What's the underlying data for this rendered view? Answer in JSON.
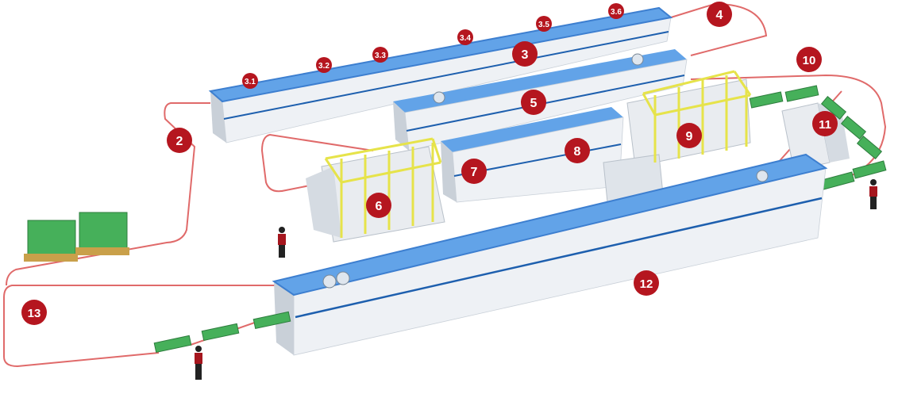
{
  "colors": {
    "conveyor_line": "#e06a6a",
    "badge_fill": "#b5161f",
    "badge_text": "#ffffff",
    "roof_blue": "#3d7fd0",
    "roof_blue_light": "#62a3e8",
    "wall_light": "#eef1f5",
    "wall_shadow": "#c9d0d8",
    "stripe_blue": "#1d5fae",
    "frame_yellow": "#e6e34a",
    "rack_green": "#46b05a",
    "rack_green_dark": "#2e7d3e",
    "worker_red": "#a5161e",
    "worker_dark": "#222222"
  },
  "markers": {
    "m2": "2",
    "m3": "3",
    "m3_1": "3.1",
    "m3_2": "3.2",
    "m3_3": "3.3",
    "m3_4": "3.4",
    "m3_5": "3.5",
    "m3_6": "3.6",
    "m4": "4",
    "m5": "5",
    "m6": "6",
    "m7": "7",
    "m8": "8",
    "m9": "9",
    "m10": "10",
    "m11": "11",
    "m12": "12",
    "m13": "13"
  }
}
